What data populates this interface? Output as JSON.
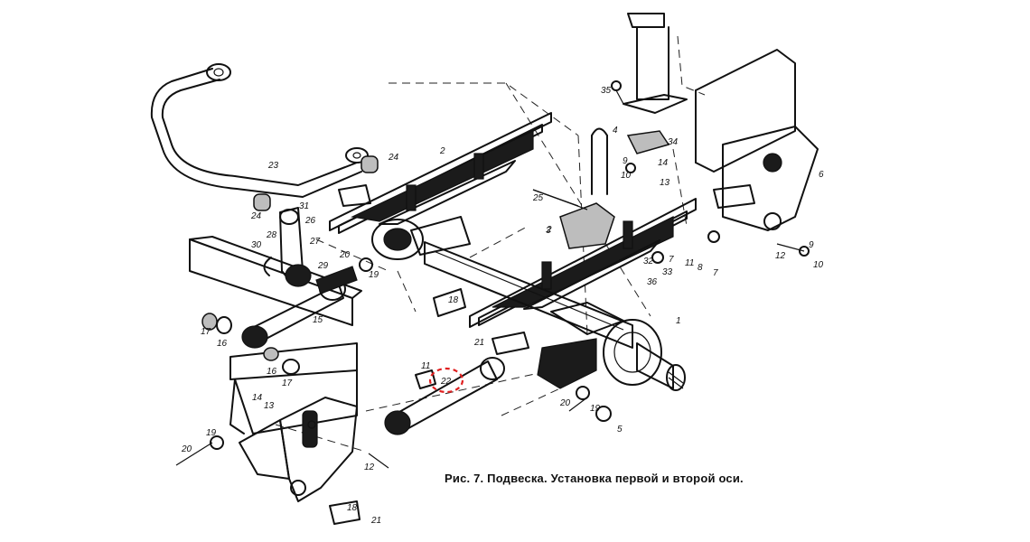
{
  "caption": "Рис. 7. Подвеска. Установка первой и второй оси.",
  "highlight": {
    "label": "22",
    "color": "#e02020"
  },
  "callouts": [
    {
      "id": "c1",
      "text": "1"
    },
    {
      "id": "c2a",
      "text": "2"
    },
    {
      "id": "c2b",
      "text": "2"
    },
    {
      "id": "c3",
      "text": "3"
    },
    {
      "id": "c4",
      "text": "4"
    },
    {
      "id": "c5",
      "text": "5"
    },
    {
      "id": "c6",
      "text": "6"
    },
    {
      "id": "c7a",
      "text": "7"
    },
    {
      "id": "c7b",
      "text": "7"
    },
    {
      "id": "c8",
      "text": "8"
    },
    {
      "id": "c9a",
      "text": "9"
    },
    {
      "id": "c9b",
      "text": "9"
    },
    {
      "id": "c10a",
      "text": "10"
    },
    {
      "id": "c10b",
      "text": "10"
    },
    {
      "id": "c11a",
      "text": "11"
    },
    {
      "id": "c11b",
      "text": "11"
    },
    {
      "id": "c12a",
      "text": "12"
    },
    {
      "id": "c12b",
      "text": "12"
    },
    {
      "id": "c13a",
      "text": "13"
    },
    {
      "id": "c13b",
      "text": "13"
    },
    {
      "id": "c14a",
      "text": "14"
    },
    {
      "id": "c14b",
      "text": "14"
    },
    {
      "id": "c15",
      "text": "15"
    },
    {
      "id": "c16a",
      "text": "16"
    },
    {
      "id": "c16b",
      "text": "16"
    },
    {
      "id": "c17a",
      "text": "17"
    },
    {
      "id": "c17b",
      "text": "17"
    },
    {
      "id": "c18a",
      "text": "18"
    },
    {
      "id": "c18b",
      "text": "18"
    },
    {
      "id": "c19a",
      "text": "19"
    },
    {
      "id": "c19b",
      "text": "19"
    },
    {
      "id": "c19c",
      "text": "19"
    },
    {
      "id": "c20a",
      "text": "20"
    },
    {
      "id": "c20b",
      "text": "20"
    },
    {
      "id": "c20c",
      "text": "20"
    },
    {
      "id": "c21a",
      "text": "21"
    },
    {
      "id": "c21b",
      "text": "21"
    },
    {
      "id": "c22",
      "text": "22"
    },
    {
      "id": "c23",
      "text": "23"
    },
    {
      "id": "c24a",
      "text": "24"
    },
    {
      "id": "c24b",
      "text": "24"
    },
    {
      "id": "c25",
      "text": "25"
    },
    {
      "id": "c26",
      "text": "26"
    },
    {
      "id": "c27",
      "text": "27"
    },
    {
      "id": "c28",
      "text": "28"
    },
    {
      "id": "c29",
      "text": "29"
    },
    {
      "id": "c30",
      "text": "30"
    },
    {
      "id": "c31",
      "text": "31"
    },
    {
      "id": "c32",
      "text": "32"
    },
    {
      "id": "c33",
      "text": "33"
    },
    {
      "id": "c34",
      "text": "34"
    },
    {
      "id": "c35",
      "text": "35"
    },
    {
      "id": "c36",
      "text": "36"
    }
  ]
}
